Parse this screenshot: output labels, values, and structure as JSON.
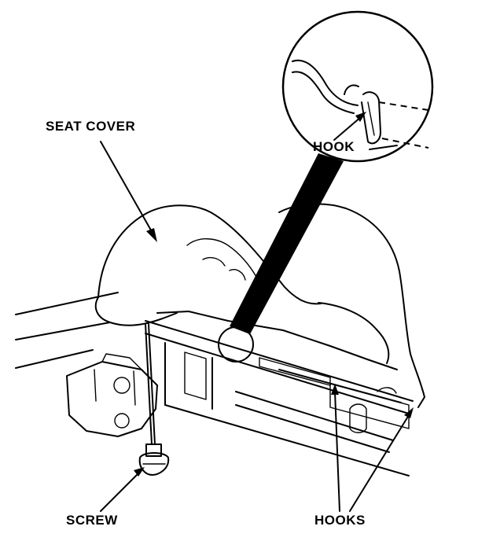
{
  "labels": {
    "seat_cover": "SEAT COVER",
    "hook": "HOOK",
    "screw": "SCREW",
    "hooks": "HOOKS"
  },
  "colors": {
    "ink": "#000000",
    "paper": "#ffffff"
  }
}
